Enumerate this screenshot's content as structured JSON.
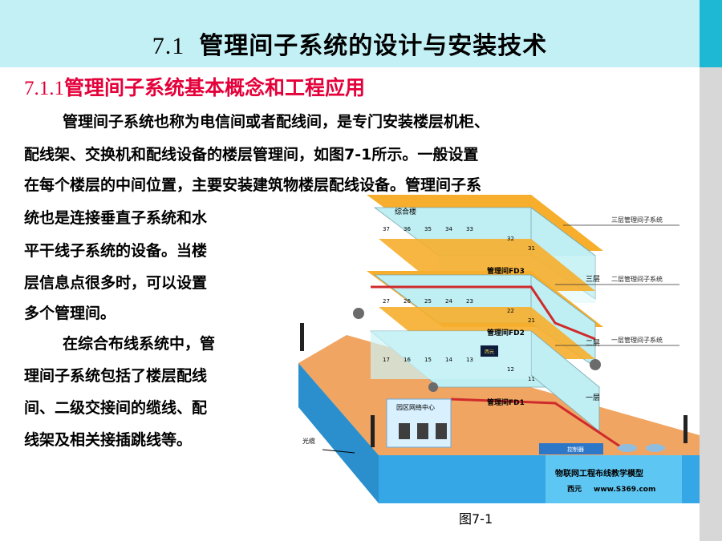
{
  "slide": {
    "title_number": "7.1",
    "title_text": "管理间子系统的设计与安装技术",
    "subhead_number": "7.1.1",
    "subhead_text": "管理间子系统基本概念和工程应用",
    "paragraph_lines": [
      "管理间子系统也称为电信间或者配线间，是专门安装楼层机柜、",
      "配线架、交换机和配线设备的楼层管理间，如图7-1所示。一般设置",
      "在每个楼层的中间位置，主要安装建筑物楼层配线设备。管理间子系",
      "统也是连接垂直子系统和水",
      "平干线子系统的设备。当楼",
      "层信息点很多时，可以设置",
      "多个管理间。",
      "在综合布线系统中，管",
      "理间子系统包括了楼层配线",
      "间、二级交接间的缆线、配",
      "线架及相关接插跳线等。"
    ],
    "caption": "图7-1"
  },
  "figure": {
    "top_label": "综合楼",
    "floor3_rooms": [
      "37",
      "36",
      "35",
      "34",
      "33",
      "32",
      "31"
    ],
    "floor2_rooms": [
      "27",
      "26",
      "25",
      "24",
      "23",
      "22",
      "21"
    ],
    "floor1_rooms": [
      "17",
      "16",
      "15",
      "14",
      "13",
      "12",
      "11"
    ],
    "fd3": "管理间FD3",
    "fd2": "管理间FD2",
    "fd1": "管理间FD1",
    "floor3_side": "三层",
    "floor2_side": "二层",
    "floor1_side": "一层",
    "callout3": "三层管理间子系统",
    "callout2": "二层管理间子系统",
    "callout1": "一层管理间子系统",
    "campus_center": "园区网络中心",
    "cable_label": "光缆",
    "controller": "控制器",
    "model_name": "物联网工程布线教学模型",
    "brand": "西元",
    "website": "www.S369.com",
    "screen_text": "西元",
    "colors": {
      "orange_floor": "#f6ae2c",
      "cyan_wall": "#bfeef3",
      "blue_base": "#35a6e6",
      "ground": "#f1a562",
      "red_cable": "#cf2b2b"
    }
  }
}
